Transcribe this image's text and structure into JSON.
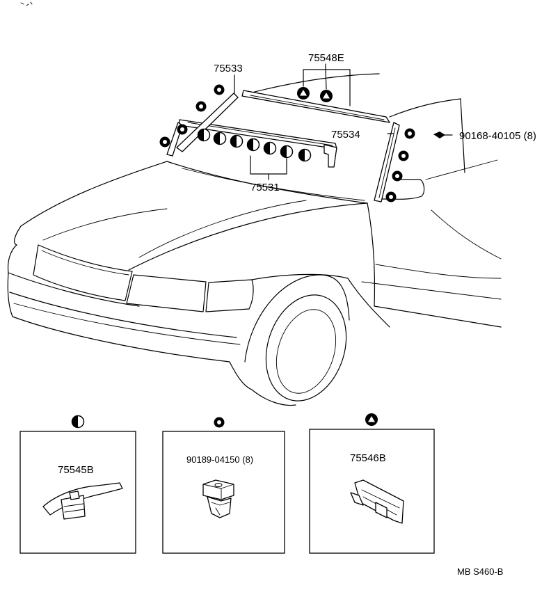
{
  "callouts": {
    "upper_moulding_retainer": "75548E",
    "left_pillar_moulding": "75533",
    "right_pillar_moulding": "75534",
    "windshield_moulding": "75531",
    "screw": "90168-40105 (8)"
  },
  "detail_boxes": [
    {
      "part_number": "75545B"
    },
    {
      "part_number": "90189-04150 (8)"
    },
    {
      "part_number": "75546B"
    }
  ],
  "footer": {
    "code": "MB  S460-B"
  }
}
